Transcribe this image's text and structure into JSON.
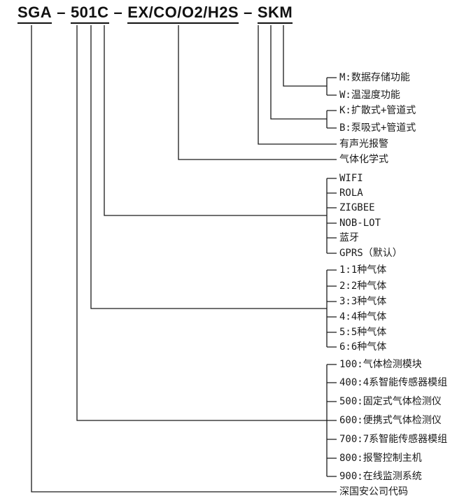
{
  "title": {
    "company_code": "SGA",
    "separator": "–",
    "model_series": "501C",
    "gas_formula": "EX/CO/O2/H2S",
    "suffix": "SKM"
  },
  "legend": {
    "data_function_group": [
      "M:数据存储功能",
      "W:温湿度功能"
    ],
    "sampling_group": [
      "K:扩散式+管道式",
      "B:泵吸式+管道式"
    ],
    "alarm": "有声光报警",
    "gas_chemical": "气体化学式",
    "communication_group": [
      "WIFI",
      "ROLA",
      "ZIGBEE",
      "NOB-LOT",
      "蓝牙",
      "GPRS（默认）"
    ],
    "gas_count_group": [
      "1:1种气体",
      "2:2种气体",
      "3:3种气体",
      "4:4种气体",
      "5:5种气体",
      "6:6种气体"
    ],
    "product_series_group": [
      "100:气体检测模块",
      "400:4系智能传感器模组",
      "500:固定式气体检测仪",
      "600:便携式气体检测仪",
      "700:7系智能传感器模组",
      "800:报警控制主机",
      "900:在线监测系统"
    ],
    "company": "深国安公司代码"
  }
}
